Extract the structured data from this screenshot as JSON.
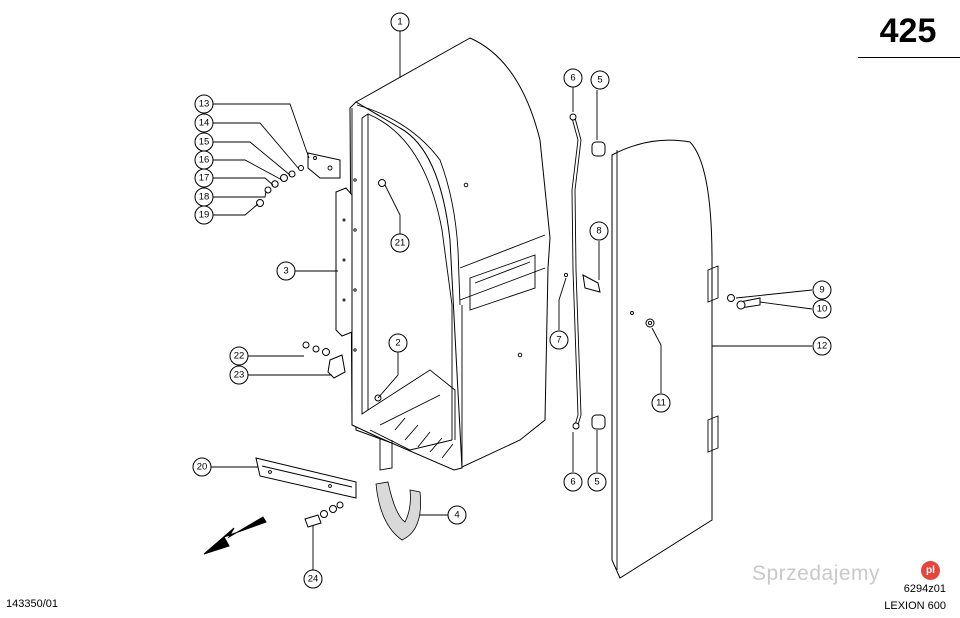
{
  "page_number": "425",
  "footer": {
    "drawing_code": "143350/01",
    "reference": "6294z01",
    "model": "LEXION 600"
  },
  "watermark": {
    "text": "Sprzedajemy",
    "badge": "pl"
  },
  "callouts": [
    {
      "id": "1",
      "label": "1"
    },
    {
      "id": "2",
      "label": "2"
    },
    {
      "id": "3",
      "label": "3"
    },
    {
      "id": "4",
      "label": "4"
    },
    {
      "id": "5a",
      "label": "5"
    },
    {
      "id": "5b",
      "label": "5"
    },
    {
      "id": "6a",
      "label": "6"
    },
    {
      "id": "6b",
      "label": "6"
    },
    {
      "id": "7",
      "label": "7"
    },
    {
      "id": "8",
      "label": "8"
    },
    {
      "id": "9",
      "label": "9"
    },
    {
      "id": "10",
      "label": "10"
    },
    {
      "id": "11",
      "label": "11"
    },
    {
      "id": "12",
      "label": "12"
    },
    {
      "id": "13",
      "label": "13"
    },
    {
      "id": "14",
      "label": "14"
    },
    {
      "id": "15",
      "label": "15"
    },
    {
      "id": "16",
      "label": "16"
    },
    {
      "id": "17",
      "label": "17"
    },
    {
      "id": "18",
      "label": "18"
    },
    {
      "id": "19",
      "label": "19"
    },
    {
      "id": "20",
      "label": "20"
    },
    {
      "id": "21",
      "label": "21"
    },
    {
      "id": "22",
      "label": "22"
    },
    {
      "id": "23",
      "label": "23"
    },
    {
      "id": "24",
      "label": "24"
    }
  ],
  "colors": {
    "line": "#000000",
    "watermark_text": "#c9c9c9",
    "watermark_badge": "#e4463e"
  },
  "icons": {
    "direction": "arrow-down-left-icon"
  }
}
